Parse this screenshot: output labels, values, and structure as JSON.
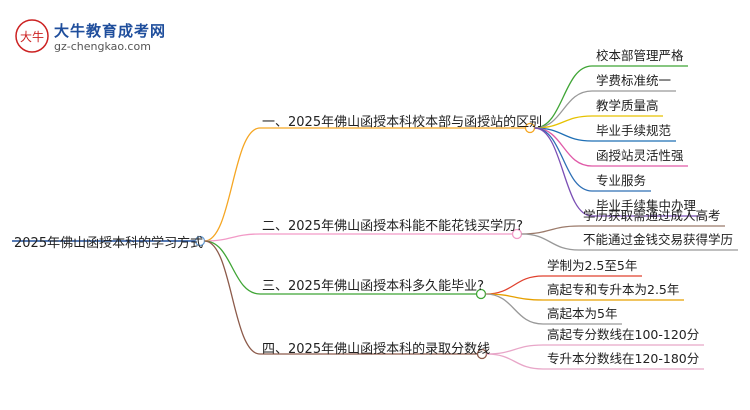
{
  "logo": {
    "glyph": "大牛",
    "name": "大牛教育成考网",
    "url": "gz-chengkao.com"
  },
  "root": {
    "label": "2025年佛山函授本科的学习方式"
  },
  "branches": [
    {
      "label": "一、2025年佛山函授本科校本部与函授站的区别",
      "color": "#f5a623",
      "children": [
        {
          "label": "校本部管理严格",
          "color": "#3fa535"
        },
        {
          "label": "学费标准统一",
          "color": "#999999"
        },
        {
          "label": "教学质量高",
          "color": "#e6c200"
        },
        {
          "label": "毕业手续规范",
          "color": "#1f6fb5"
        },
        {
          "label": "函授站灵活性强",
          "color": "#e05aa8"
        },
        {
          "label": "专业服务",
          "color": "#2d6fb5"
        },
        {
          "label": "毕业手续集中办理",
          "color": "#7b4fb5"
        }
      ]
    },
    {
      "label": "二、2025年佛山函授本科能不能花钱买学历?",
      "color": "#f29ac7",
      "children": [
        {
          "label": "学历获取需通过成人高考",
          "color": "#9b7a6a"
        },
        {
          "label": "不能通过金钱交易获得学历",
          "color": "#999999"
        }
      ]
    },
    {
      "label": "三、2025年佛山函授本科多久能毕业?",
      "color": "#3fa535",
      "children": [
        {
          "label": "学制为2.5至5年",
          "color": "#e0412e"
        },
        {
          "label": "高起专和专升本为2.5年",
          "color": "#e6a000"
        },
        {
          "label": "高起本为5年",
          "color": "#999999"
        }
      ]
    },
    {
      "label": "四、2025年佛山函授本科的录取分数线",
      "color": "#8c5a4a",
      "children": [
        {
          "label": "高起专分数线在100-120分",
          "color": "#e8a6c8"
        },
        {
          "label": "专升本分数线在120-180分",
          "color": "#e8a6c8"
        }
      ]
    }
  ],
  "colors": {
    "root_line": "#1f4e9c",
    "node_circle": "#6aa0d8"
  }
}
